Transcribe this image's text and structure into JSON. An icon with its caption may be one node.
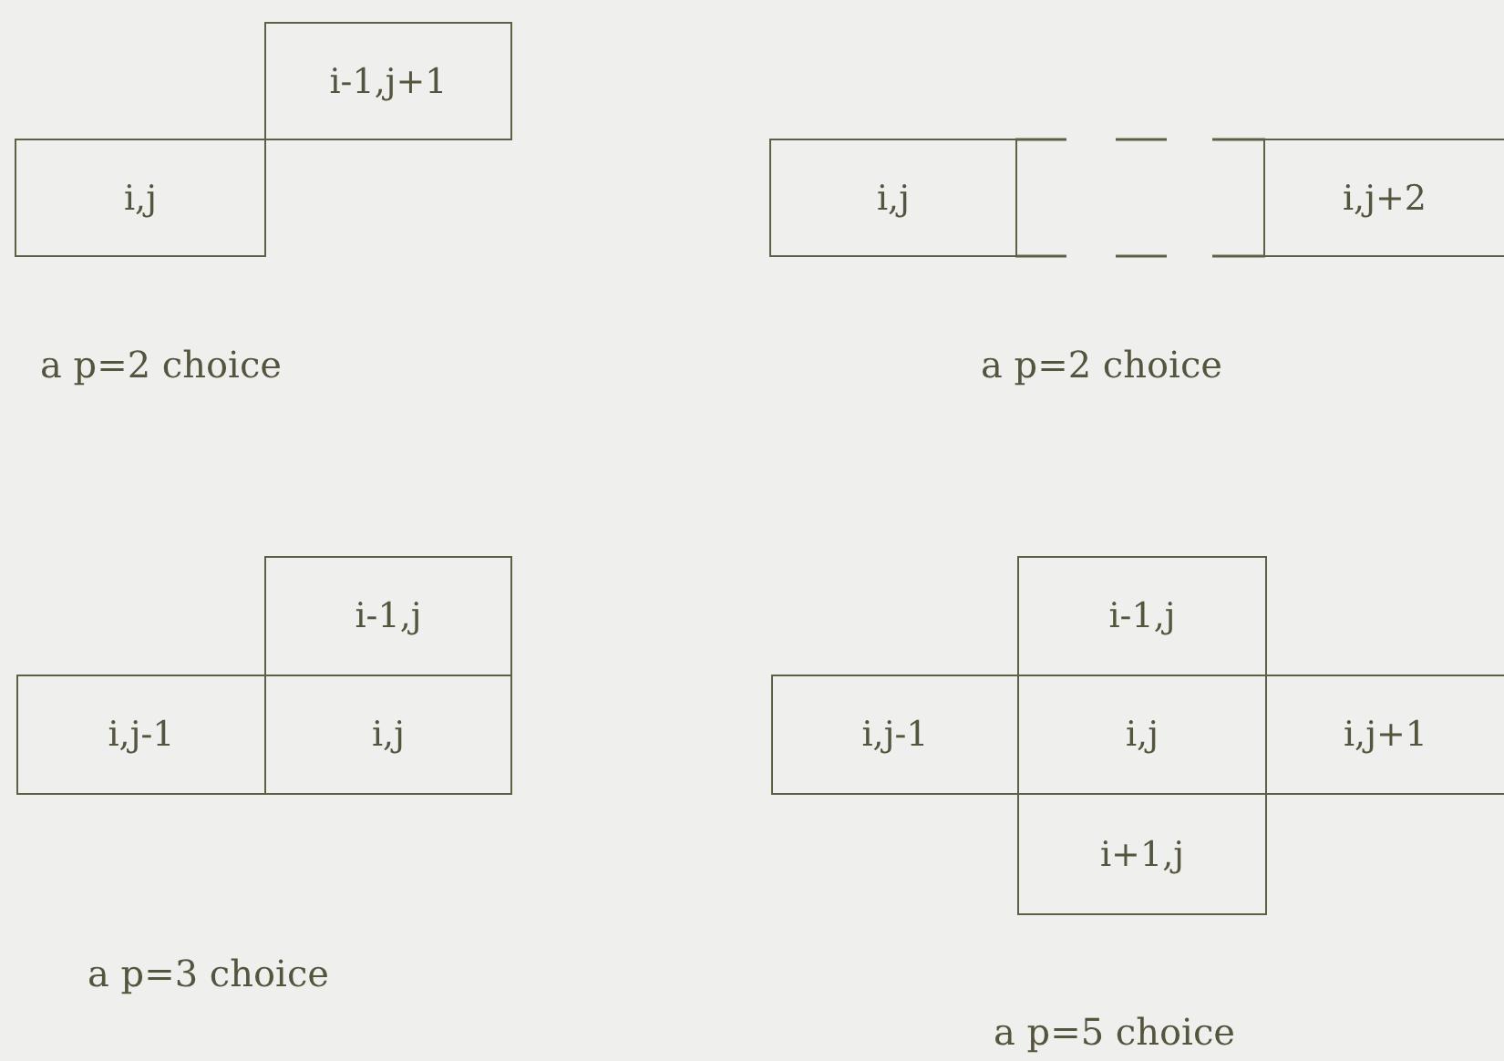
{
  "diagram": {
    "nodes": [
      {
        "text": [
          "i-1,j+1"
        ]
      },
      {
        "text": [
          "i,j"
        ]
      },
      {
        "text": [
          "i,j"
        ]
      },
      {
        "text": [
          "i,j+2"
        ]
      },
      {
        "text": [
          "i-1,j"
        ]
      },
      {
        "text": [
          "i,j-1"
        ]
      },
      {
        "text": [
          "i,j"
        ]
      },
      {
        "text": [
          "i-1,j"
        ]
      },
      {
        "text": [
          "i,j-1"
        ]
      },
      {
        "text": [
          "i,j"
        ]
      },
      {
        "text": [
          "i,j+1"
        ]
      },
      {
        "text": [
          "i+1,j"
        ]
      }
    ],
    "labels": [
      "a p=2 choice",
      "a p=2 choice",
      "a p=3 choice",
      "a p=5 choice"
    ]
  }
}
